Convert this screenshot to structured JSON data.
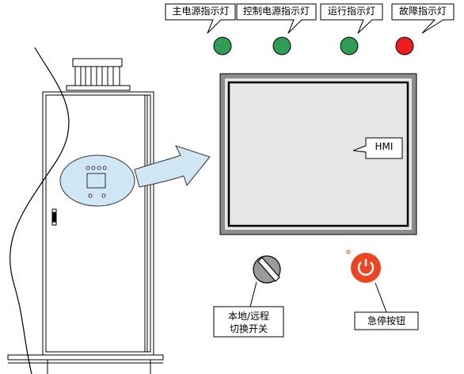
{
  "indicators": [
    {
      "label": "主电源指示灯",
      "color": "#2f9e55"
    },
    {
      "label": "控制电源指示灯",
      "color": "#2f9e55"
    },
    {
      "label": "运行指示灯",
      "color": "#2f9e55"
    },
    {
      "label": "故障指示灯",
      "color": "#ee1c1c"
    }
  ],
  "hmi": {
    "label": "HMI"
  },
  "selector_switch": {
    "line1": "本地/远程",
    "line2": "切换开关"
  },
  "emergency_stop": {
    "label": "急停按钮",
    "color": "#ee4422"
  }
}
